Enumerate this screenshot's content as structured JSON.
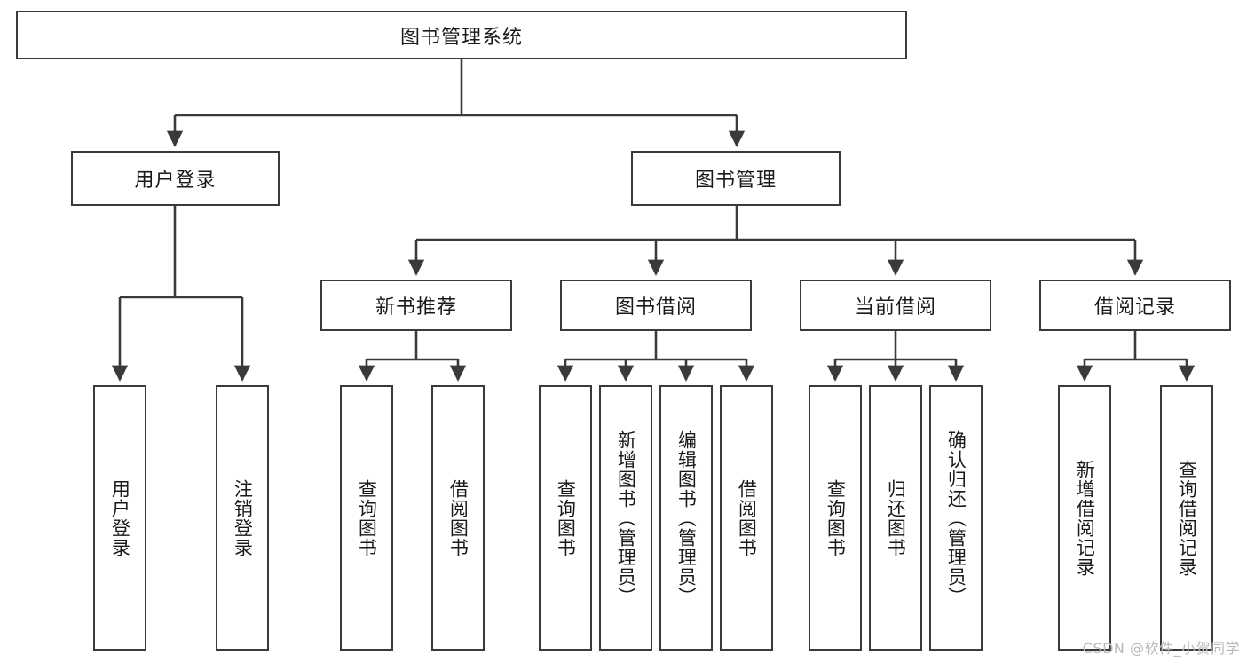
{
  "diagram": {
    "type": "tree-hierarchy-chart",
    "title_node": "图书管理系统",
    "watermark": "CSDN @软件_小贺同学",
    "colors": {
      "stroke": "#3a3a3a",
      "background": "#ffffff",
      "text": "#1a1a1a",
      "watermark": "#b9b9b9"
    },
    "root": {
      "label": "图书管理系统"
    },
    "level2": [
      {
        "label": "用户登录"
      },
      {
        "label": "图书管理"
      }
    ],
    "level3": [
      {
        "label": "新书推荐"
      },
      {
        "label": "图书借阅"
      },
      {
        "label": "当前借阅"
      },
      {
        "label": "借阅记录"
      }
    ],
    "leaves": {
      "user_login": [
        {
          "label": "用户登录"
        },
        {
          "label": "注销登录"
        }
      ],
      "new_book_recommend": [
        {
          "label": "查询图书"
        },
        {
          "label": "借阅图书"
        }
      ],
      "book_borrow": [
        {
          "label": "查询图书"
        },
        {
          "label": "新增图书（管理员）"
        },
        {
          "label": "编辑图书（管理员）"
        },
        {
          "label": "借阅图书"
        }
      ],
      "current_borrow": [
        {
          "label": "查询图书"
        },
        {
          "label": "归还图书"
        },
        {
          "label": "确认归还（管理员）"
        }
      ],
      "borrow_record": [
        {
          "label": "新增借阅记录"
        },
        {
          "label": "查询借阅记录"
        }
      ]
    }
  }
}
